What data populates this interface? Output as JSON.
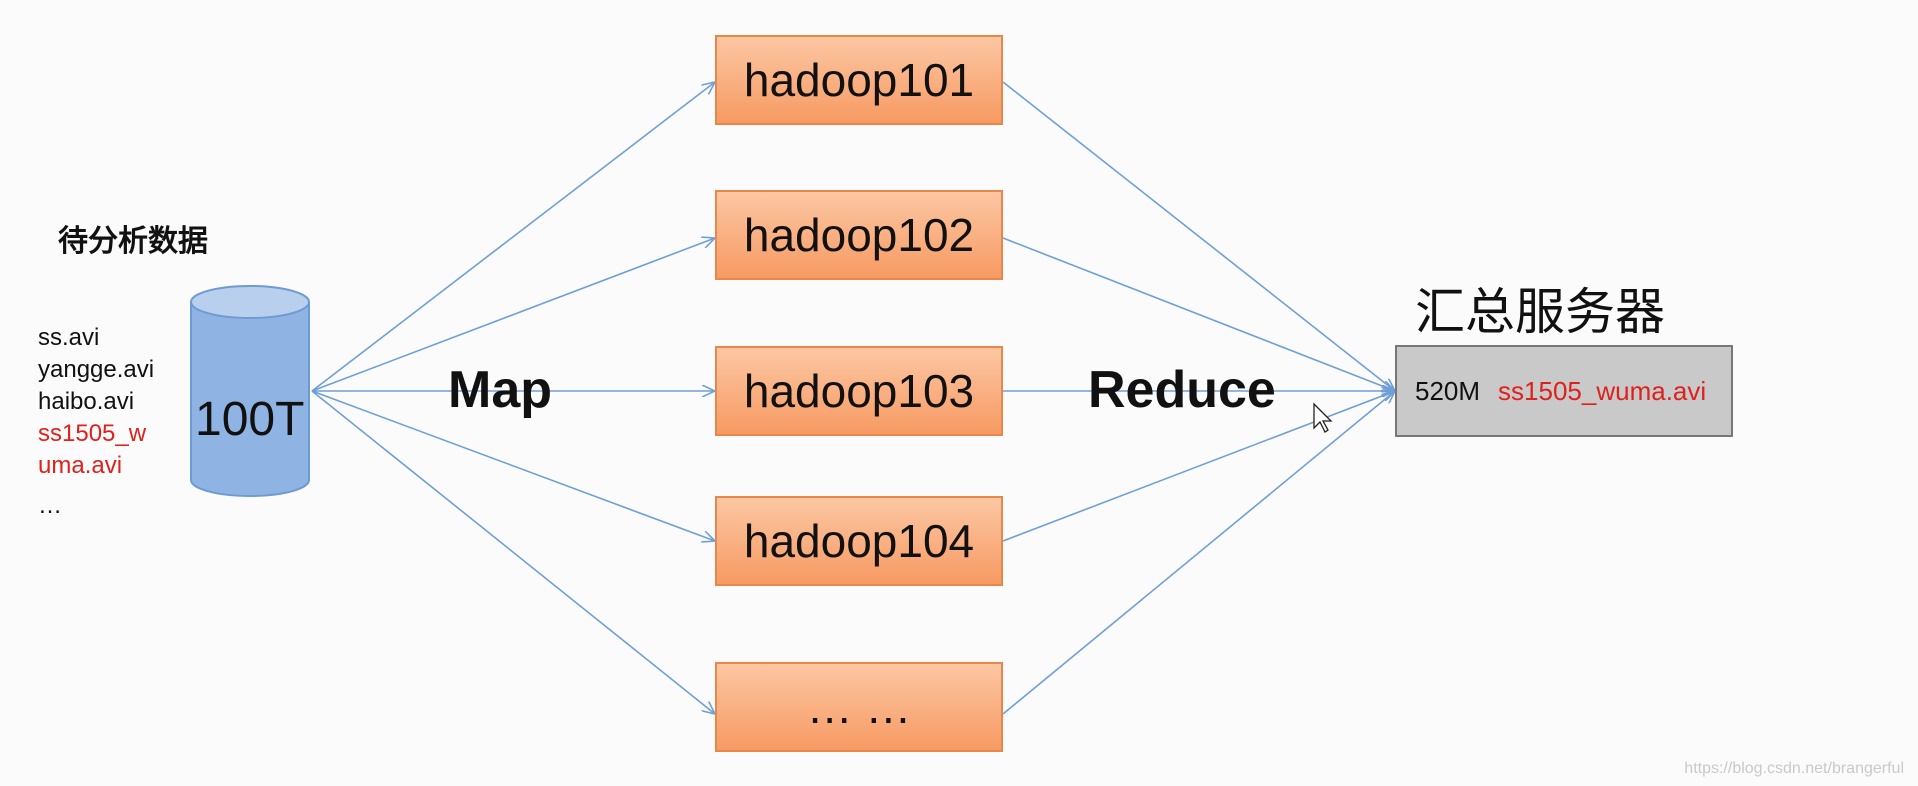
{
  "section_title": "待分析数据",
  "files": [
    {
      "text": "ss.avi",
      "highlight": false
    },
    {
      "text": "yangge.avi",
      "highlight": false
    },
    {
      "text": "haibo.avi",
      "highlight": false
    },
    {
      "text": "ss1505_w",
      "highlight": true
    },
    {
      "text": "uma.avi",
      "highlight": true
    },
    {
      "text": "…",
      "highlight": false
    }
  ],
  "cylinder_label": "100T",
  "map_label": "Map",
  "reduce_label": "Reduce",
  "nodes": [
    "hadoop101",
    "hadoop102",
    "hadoop103",
    "hadoop104",
    "… …"
  ],
  "server": {
    "title": "汇总服务器",
    "size": "520M",
    "file": "ss1505_wuma.avi"
  },
  "watermark": "https://blog.csdn.net/brangerful",
  "colors": {
    "node_fill": "#f9a877",
    "node_border": "#e8874a",
    "arrow": "#6f9fd8",
    "cylinder": "#8fb4e3",
    "highlight_text": "#e0201b",
    "server_fill": "#c9c9c9"
  }
}
